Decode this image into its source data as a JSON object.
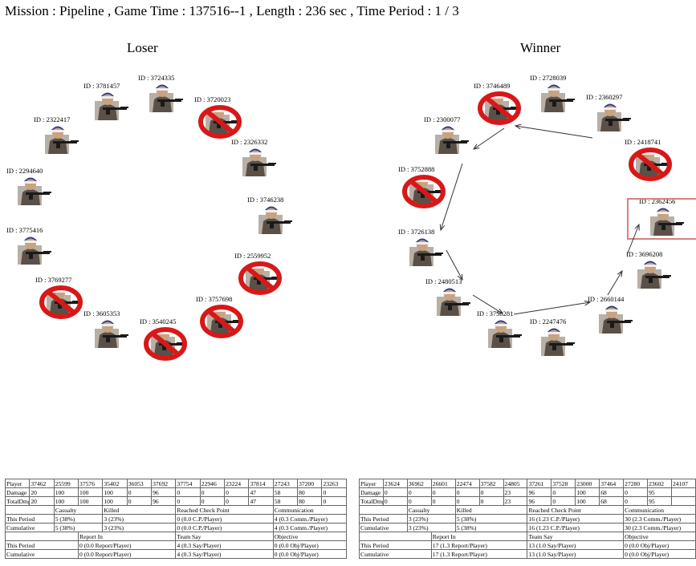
{
  "header": "Mission : Pipeline , Game Time : 137516--1 ,  Length : 236 sec , Time Period : 1 / 3",
  "loser": {
    "title": "Loser",
    "players": [
      {
        "id": "ID : 3724335",
        "status": "alive"
      },
      {
        "id": "ID : 3720023",
        "status": "banned"
      },
      {
        "id": "ID : 3781457",
        "status": "alive"
      },
      {
        "id": "ID : 2322417",
        "status": "alive"
      },
      {
        "id": "ID : 2326332",
        "status": "alive"
      },
      {
        "id": "ID : 2294640",
        "status": "alive"
      },
      {
        "id": "ID : 3746238",
        "status": "alive"
      },
      {
        "id": "ID : 3775416",
        "status": "alive"
      },
      {
        "id": "ID : 2559952",
        "status": "banned"
      },
      {
        "id": "ID : 3769277",
        "status": "banned"
      },
      {
        "id": "ID : 3757698",
        "status": "banned"
      },
      {
        "id": "ID : 3605353",
        "status": "alive"
      },
      {
        "id": "ID : 3540245",
        "status": "banned"
      }
    ]
  },
  "winner": {
    "title": "Winner",
    "players": [
      {
        "id": "ID : 3746489",
        "status": "banned"
      },
      {
        "id": "ID : 2728039",
        "status": "alive"
      },
      {
        "id": "ID : 2360297",
        "status": "alive"
      },
      {
        "id": "ID : 2300077",
        "status": "alive"
      },
      {
        "id": "ID : 2418741",
        "status": "banned"
      },
      {
        "id": "ID : 3752888",
        "status": "banned"
      },
      {
        "id": "ID : 2362456",
        "status": "alive",
        "highlighted": true
      },
      {
        "id": "ID : 3726138",
        "status": "alive"
      },
      {
        "id": "ID : 3696208",
        "status": "alive"
      },
      {
        "id": "ID : 2480513",
        "status": "alive"
      },
      {
        "id": "ID : 2660144",
        "status": "alive"
      },
      {
        "id": "ID : 3758281",
        "status": "alive"
      },
      {
        "id": "ID : 2247476",
        "status": "alive"
      }
    ]
  },
  "stats_left": {
    "players_row": [
      "Player",
      "37462",
      "25599",
      "37576",
      "35402",
      "36053",
      "37692",
      "37754",
      "22946",
      "23224",
      "37814",
      "27243",
      "37200",
      "23263"
    ],
    "damage_row": [
      "Damage",
      "20",
      "100",
      "100",
      "100",
      "0",
      "96",
      "0",
      "0",
      "0",
      "47",
      "58",
      "80",
      "0"
    ],
    "total_row": [
      "TotalDmg",
      "20",
      "100",
      "100",
      "100",
      "0",
      "96",
      "0",
      "0",
      "0",
      "47",
      "58",
      "80",
      "0"
    ],
    "mid_header": [
      "",
      "Casualty",
      "Killed",
      "Reached Check Point",
      "Communication"
    ],
    "mid_this": [
      "This Period",
      "5 (38%)",
      "3 (23%)",
      "0 (0.0 C.P./Player)",
      "4 (0.3 Comm./Player)"
    ],
    "mid_cum": [
      "Cumulative",
      "5 (38%)",
      "3 (23%)",
      "0 (0.0 C.P./Player)",
      "4 (0.3 Comm./Player)"
    ],
    "bot_header": [
      "",
      "Report In",
      "Team Say",
      "Objective"
    ],
    "bot_this": [
      "This Period",
      "0 (0.0 Report/Player)",
      "4 (0.3 Say/Player)",
      "0 (0.0 Obj/Player)"
    ],
    "bot_cum": [
      "Cumulative",
      "0 (0.0 Report/Player)",
      "4 (0.3 Say/Player)",
      "0 (0.0 Obj/Player)"
    ]
  },
  "stats_right": {
    "players_row": [
      "Player",
      "23624",
      "36962",
      "26601",
      "22474",
      "37582",
      "24805",
      "37261",
      "37528",
      "23000",
      "37464",
      "27280",
      "23602",
      "24107"
    ],
    "damage_row": [
      "Damage",
      "0",
      "0",
      "0",
      "0",
      "0",
      "23",
      "96",
      "0",
      "100",
      "68",
      "0",
      "95",
      ""
    ],
    "total_row": [
      "TotalDmg",
      "0",
      "0",
      "0",
      "0",
      "0",
      "23",
      "96",
      "0",
      "100",
      "68",
      "0",
      "95",
      ""
    ],
    "mid_header": [
      "",
      "Casualty",
      "Killed",
      "Reached Check Point",
      "Communication"
    ],
    "mid_this": [
      "This Period",
      "3 (23%)",
      "5 (38%)",
      "16 (1.23 C.P./Player)",
      "30 (2.3 Comm./Player)"
    ],
    "mid_cum": [
      "Cumulative",
      "3 (23%)",
      "5 (38%)",
      "16 (1.23 C.P./Player)",
      "30 (2.3 Comm./Player)"
    ],
    "bot_header": [
      "",
      "Report In",
      "Team Say",
      "Objective"
    ],
    "bot_this": [
      "This Period",
      "17 (1.3 Report/Player)",
      "13 (1.0 Say/Player)",
      "0 (0.0 Obj/Player)"
    ],
    "bot_cum": [
      "Cumulative",
      "17 (1.3 Report/Player)",
      "13 (1.0 Say/Player)",
      "0 (0.0 Obj/Player)"
    ]
  }
}
